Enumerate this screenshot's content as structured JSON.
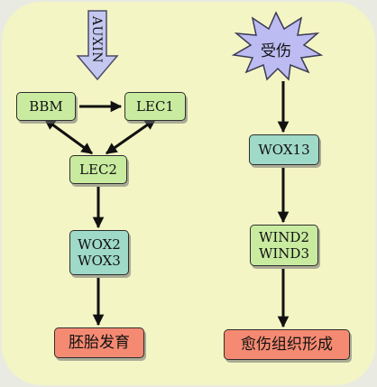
{
  "auxin_label": "AUXIN",
  "injury_label": "受伤",
  "nodes": {
    "bbm": "BBM",
    "lec1": "LEC1",
    "lec2": "LEC2",
    "wox2": "WOX2",
    "wox3": "WOX3",
    "embryo": "胚胎发育",
    "wox13": "WOX13",
    "wind2": "WIND2",
    "wind3": "WIND3",
    "callus": "愈伤组织形成"
  },
  "colors": {
    "background": "#f4f5c4",
    "auxin_arrow": "#c4c8f0",
    "injury_star": "#bcbcf2",
    "green_node": "#c9eba0",
    "teal_node": "#9fd9c8",
    "outcome_node": "#f58a72"
  }
}
